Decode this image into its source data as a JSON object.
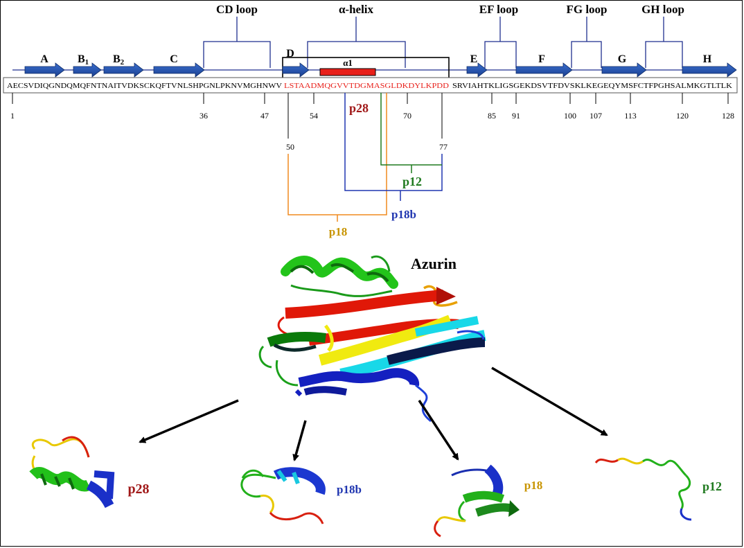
{
  "loops": {
    "cd": "CD loop",
    "helix": "α-helix",
    "ef": "EF loop",
    "fg": "FG loop",
    "gh": "GH loop"
  },
  "strands": {
    "A": "A",
    "B1_main": "B",
    "B1_sub": "1",
    "B2_main": "B",
    "B2_sub": "2",
    "C": "C",
    "D": "D",
    "E": "E",
    "F": "F",
    "G": "G",
    "H": "H"
  },
  "helix_label": "α1",
  "sequence": {
    "part1": "AECSVDIQGNDQMQFNTNAITVDKSCKQFTVNLSHPGNLPKNVMGHNWV",
    "part2_red": "LSTAADMQGVVTDGMASGLDKDYLKPDD",
    "part3": "SRVIAHTKLIGSGEKDSVTFDVSKLKEGEQYMSFCTFPGHSALMKGTLTLK"
  },
  "positions": [
    "1",
    "36",
    "47",
    "54",
    "70",
    "85",
    "91",
    "100",
    "107",
    "113",
    "120",
    "128"
  ],
  "pos50": "50",
  "pos77": "77",
  "peptides": {
    "p28": "p28",
    "p12": "p12",
    "p18b": "p18b",
    "p18": "p18"
  },
  "protein_title": "Azurin",
  "colors": {
    "strand": "#1f4fa8",
    "loop_line": "#1f2f8f",
    "red": "#e8201a",
    "p28": "#a01818",
    "p12": "#1f7a1f",
    "p18b": "#1f35b0",
    "p18": "#e8a000",
    "p18_line": "#f08a1e"
  }
}
